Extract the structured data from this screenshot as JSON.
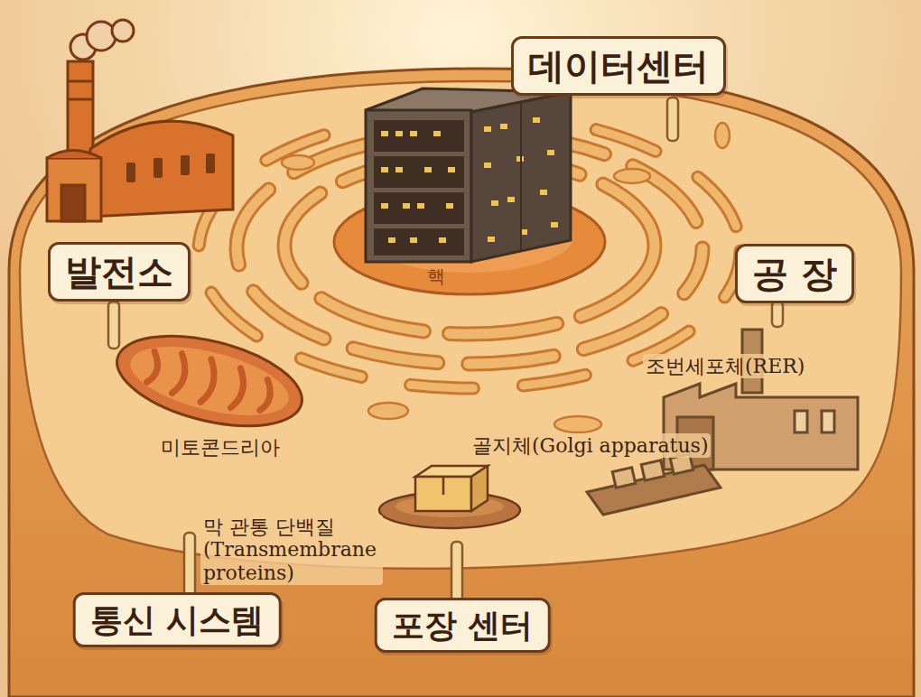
{
  "diagram": {
    "nodes": [
      {
        "text": [
          "데이터센터"
        ]
      },
      {
        "text": [
          "발전소"
        ]
      },
      {
        "text": [
          "공 장"
        ]
      },
      {
        "text": [
          "통신 시스템"
        ]
      },
      {
        "text": [
          "포장 센터"
        ]
      }
    ],
    "labels": [
      "핵",
      "조번세포체(RER)",
      "미토콘드리아",
      "골지체(Golgi apparatus)",
      "막 관통 단백질 (Transmembrane proteins)"
    ]
  }
}
